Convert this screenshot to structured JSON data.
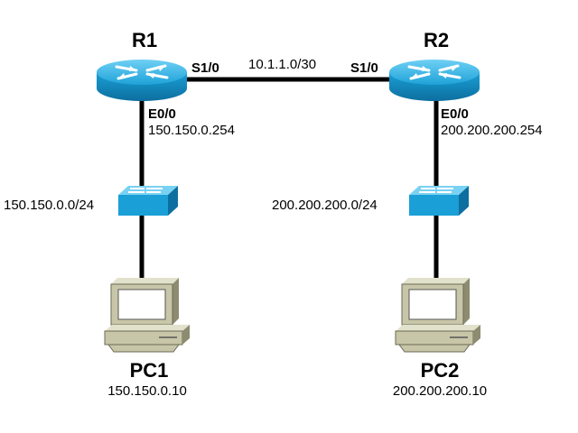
{
  "routers": [
    {
      "name": "R1",
      "serial": "S1/0",
      "eth": "E0/0",
      "eth_ip": "150.150.0.254"
    },
    {
      "name": "R2",
      "serial": "S1/0",
      "eth": "E0/0",
      "eth_ip": "200.200.200.254"
    }
  ],
  "wan_link": {
    "subnet": "10.1.1.0/30"
  },
  "lans": [
    {
      "subnet": "150.150.0.0/24"
    },
    {
      "subnet": "200.200.200.0/24"
    }
  ],
  "pcs": [
    {
      "name": "PC1",
      "ip": "150.150.0.10"
    },
    {
      "name": "PC2",
      "ip": "200.200.200.10"
    }
  ],
  "colors": {
    "device_blue": "#1a9fd6",
    "device_dark": "#0d6f9f",
    "pc_beige": "#c8c6a8",
    "link": "#000000"
  }
}
